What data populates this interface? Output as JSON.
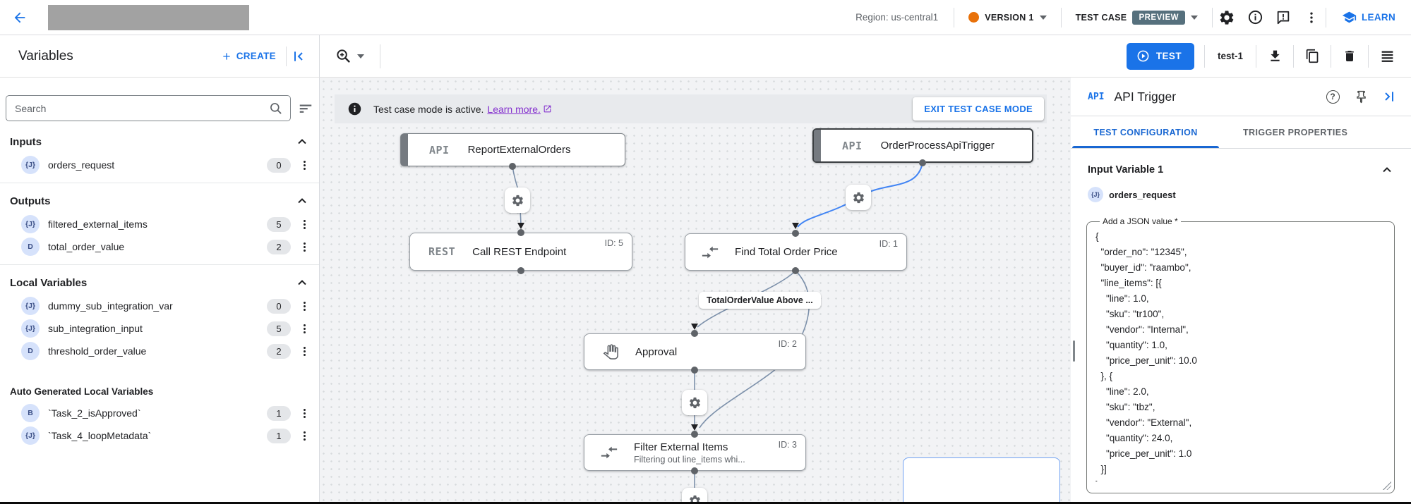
{
  "topbar": {
    "region": "Region: us-central1",
    "version": "VERSION 1",
    "test_case": "TEST CASE",
    "preview": "PREVIEW",
    "learn": "LEARN"
  },
  "toolbar": {
    "title": "Variables",
    "create": "CREATE",
    "test": "TEST",
    "test_name": "test-1"
  },
  "sidebar": {
    "search_placeholder": "Search",
    "inputs_header": "Inputs",
    "outputs_header": "Outputs",
    "locals_header": "Local Variables",
    "autogen_header": "Auto Generated Local Variables",
    "inputs": [
      {
        "icon": "{J}",
        "name": "orders_request",
        "count": "0"
      }
    ],
    "outputs": [
      {
        "icon": "{J}",
        "name": "filtered_external_items",
        "count": "5"
      },
      {
        "icon": "D",
        "name": "total_order_value",
        "count": "2"
      }
    ],
    "locals": [
      {
        "icon": "{J}",
        "name": "dummy_sub_integration_var",
        "count": "0"
      },
      {
        "icon": "{J}",
        "name": "sub_integration_input",
        "count": "5"
      },
      {
        "icon": "D",
        "name": "threshold_order_value",
        "count": "2"
      }
    ],
    "autogen": [
      {
        "icon": "B",
        "name": "`Task_2_isApproved`",
        "count": "1"
      },
      {
        "icon": "{J}",
        "name": "`Task_4_loopMetadata`",
        "count": "1"
      }
    ]
  },
  "canvas": {
    "banner": {
      "text": "Test case mode is active.",
      "link": "Learn more.",
      "exit": "EXIT TEST CASE MODE"
    },
    "edge_label": "TotalOrderValue Above ...",
    "nodes": [
      {
        "badge": "API",
        "title": "ReportExternalOrders"
      },
      {
        "badge": "API",
        "title": "OrderProcessApiTrigger"
      },
      {
        "badge": "REST",
        "title": "Call REST Endpoint",
        "id": "ID: 5"
      },
      {
        "title": "Find Total Order Price",
        "id": "ID: 1"
      },
      {
        "title": "Approval",
        "id": "ID: 2"
      },
      {
        "title": "Filter External Items",
        "id": "ID: 3",
        "subtitle": "Filtering out line_items whi..."
      }
    ]
  },
  "panel": {
    "icon": "API",
    "title": "API Trigger",
    "help_glyph": "?",
    "tabs": [
      "TEST CONFIGURATION",
      "TRIGGER PROPERTIES"
    ],
    "section": "Input Variable 1",
    "var_icon": "{J}",
    "var_name": "orders_request",
    "field_label": "Add a JSON value *",
    "json_value": "{\n  \"order_no\": \"12345\",\n  \"buyer_id\": \"raambo\",\n  \"line_items\": [{\n    \"line\": 1.0,\n    \"sku\": \"tr100\",\n    \"vendor\": \"Internal\",\n    \"quantity\": 1.0,\n    \"price_per_unit\": 10.0\n  }, {\n    \"line\": 2.0,\n    \"sku\": \"tbz\",\n    \"vendor\": \"External\",\n    \"quantity\": 24.0,\n    \"price_per_unit\": 1.0\n  }]\n}"
  }
}
